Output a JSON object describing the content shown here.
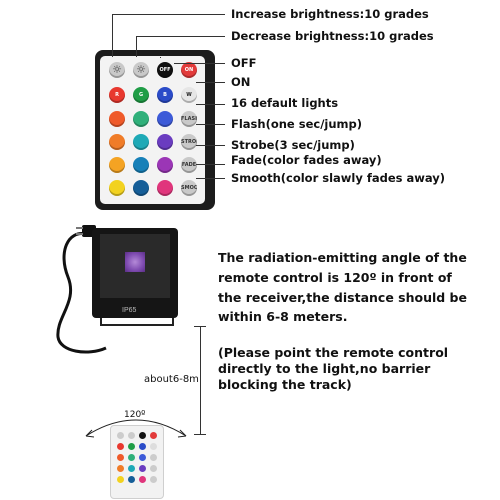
{
  "callouts": {
    "increase": "Increase brightness:10 grades",
    "decrease": "Decrease brightness:10 grades",
    "off": "OFF",
    "on": "ON",
    "default_lights": "16 default lights",
    "flash": "Flash(one sec/jump)",
    "strobe": "Strobe(3 sec/jump)",
    "fade": "Fade(color fades away)",
    "smooth": "Smooth(color slawly fades away)"
  },
  "remote_keys": {
    "off": "OFF",
    "on": "ON",
    "r": "R",
    "g": "G",
    "b": "B",
    "w": "W",
    "flash": "FLASH",
    "strobe": "STROBE",
    "fade": "FADE",
    "smooth": "SMOOTH",
    "brightness_icon": "sun-icon"
  },
  "key_colors": {
    "row1": [
      "#e8382f",
      "#1f9d46",
      "#2a4bc8"
    ],
    "row2": [
      "#ef5a2a",
      "#2fb07a",
      "#3c5ad8"
    ],
    "row3": [
      "#f07c28",
      "#1ea9b6",
      "#6a3cc0"
    ],
    "row4": [
      "#f4a323",
      "#1780b8",
      "#9b36b6"
    ],
    "row5": [
      "#f2d21f",
      "#155e98",
      "#e0357c"
    ],
    "on": "#e23a3a",
    "off": "#111111"
  },
  "floodlight": {
    "rating": "IP65"
  },
  "description": {
    "line1": "The radiation-emitting angle of the",
    "line2": "remote control is 120º in front of",
    "line3": "the receiver,the distance should be",
    "line4": "within 6-8 meters.",
    "note1": "(Please point the remote control",
    "note2": "directly to the light,no barrier",
    "note3": "blocking the track)"
  },
  "distance_label": "about6-8m",
  "angle_label": "120º"
}
